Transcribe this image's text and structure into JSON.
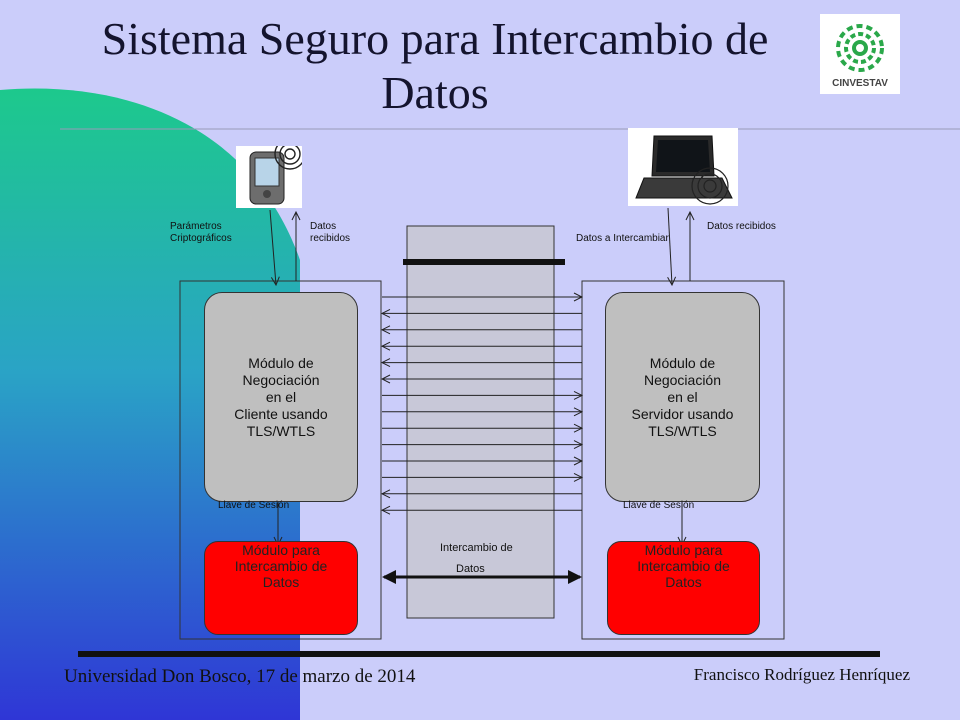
{
  "slide": {
    "title_line1": "Sistema Seguro para Intercambio de",
    "title_line2": "Datos",
    "logo_text": "CINVESTAV"
  },
  "client": {
    "label_in": "Parámetros",
    "label_in2": "Criptográficos",
    "label_out": "Datos",
    "label_out2": "recibidos",
    "neg_lines": [
      "Módulo de",
      "Negociación",
      "en el",
      "Cliente usando",
      "TLS/WTLS"
    ],
    "key_label": "Llave de Sesión",
    "data_lines": [
      "Módulo para",
      "Intercambio de",
      "Datos"
    ]
  },
  "server": {
    "label_in": "Datos a Intercambiar",
    "label_out": "Datos recibidos",
    "neg_lines": [
      "Módulo de",
      "Negociación",
      "en el",
      "Servidor usando",
      "TLS/WTLS"
    ],
    "key_label": "Llave de Sesión",
    "data_lines": [
      "Módulo para",
      "Intercambio de",
      "Datos"
    ]
  },
  "channel": {
    "label_line1": "Intercambio de",
    "label_line2": "Datos"
  },
  "footer": {
    "left": "Universidad Don Bosco, 17 de marzo de 2014",
    "right": "Francisco Rodríguez Henríquez"
  },
  "colors": {
    "background": "#cbcdfa",
    "accent_green": "#1dc98c",
    "accent_blue": "#2f36d6",
    "module_gray": "#bfbfbf",
    "module_red": "#ff0000"
  }
}
